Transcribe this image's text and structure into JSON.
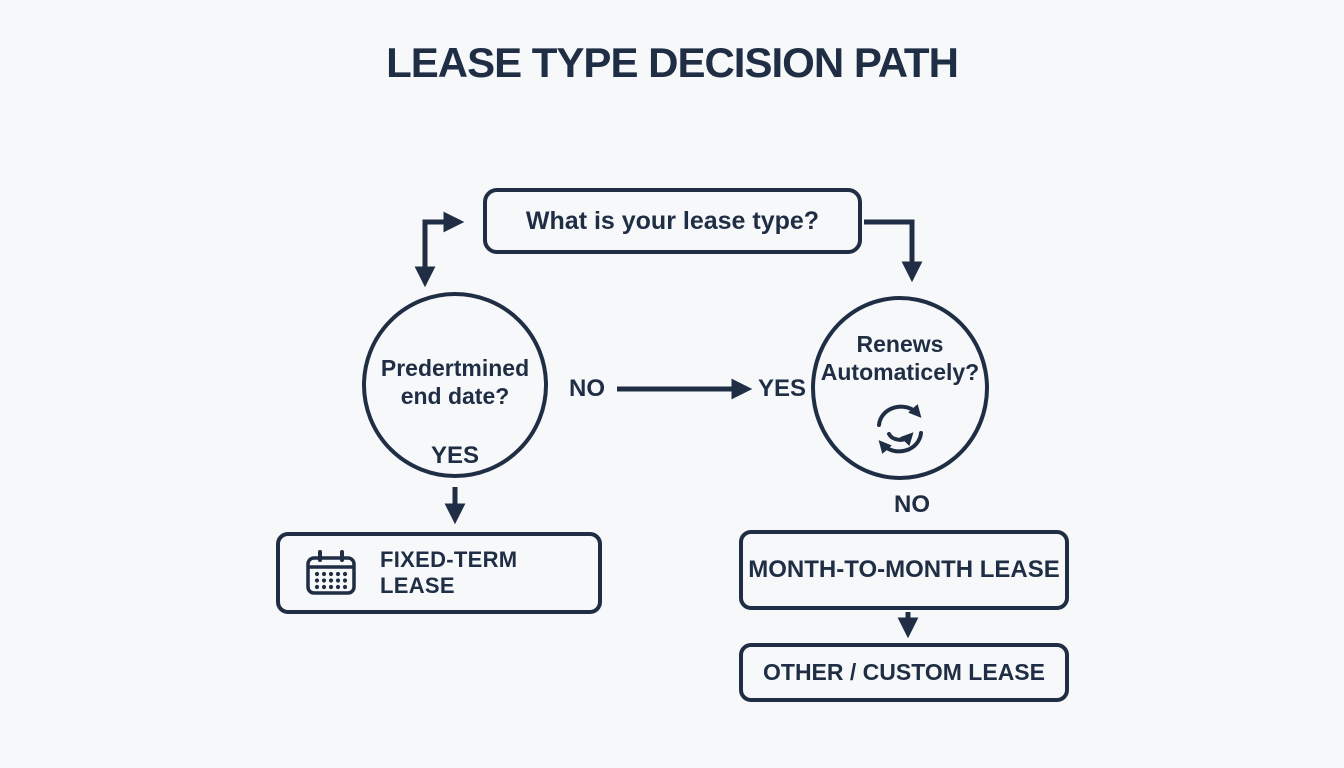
{
  "title": "LEASE TYPE DECISION PATH",
  "colors": {
    "ink": "#1f2e44",
    "background": "#f7f8f9"
  },
  "diagram": {
    "root_question": "What is your lease type?",
    "left_decision": {
      "line1": "Predertmined",
      "line2": "end date?",
      "result_label": "YES"
    },
    "right_decision": {
      "line1": "Renews",
      "line2": "Automaticely?",
      "result_label": "NO",
      "icon": "refresh-icon"
    },
    "cross_edge": {
      "left_label": "NO",
      "right_label": "YES"
    },
    "outcomes": {
      "fixed_term": {
        "label": "FIXED-TERM LEASE",
        "icon": "calendar-icon"
      },
      "month_to_month": {
        "label": "MONTH-TO-MONTH LEASE"
      },
      "other_custom": {
        "label": "OTHER / CUSTOM LEASE"
      }
    }
  }
}
